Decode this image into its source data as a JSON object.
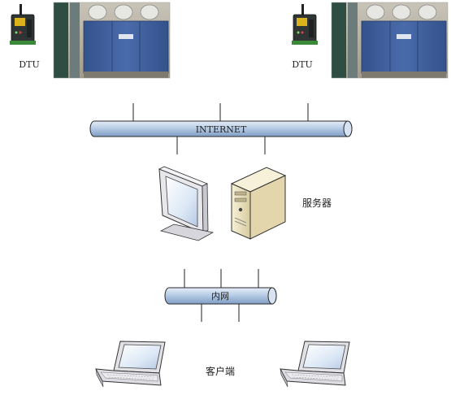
{
  "labels": {
    "dtu_left": "DTU",
    "dtu_right": "DTU",
    "internet": "INTERNET",
    "server": "服务器",
    "intranet": "内网",
    "clients": "客户端"
  },
  "colors": {
    "pipe_fill": "#b8cde6",
    "pipe_stroke": "#2a2a2a",
    "cabinet_blue": "#3e5f9e",
    "dtu_body": "#2f3434",
    "dtu_label": "#d9b21c",
    "server_body": "#efe6c4"
  },
  "icons": [
    "dtu-modem-icon",
    "cabinet-photo",
    "monitor-icon",
    "server-tower-icon",
    "laptop-icon"
  ]
}
